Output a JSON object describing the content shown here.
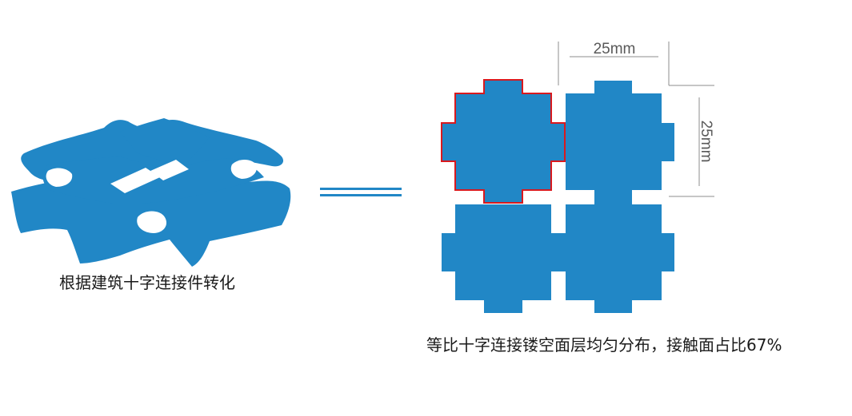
{
  "left_caption": "根据建筑十字连接件转化",
  "right_caption": "等比十字连接镂空面层均匀分布，接触面占比67%",
  "dimension_width_label": "25mm",
  "dimension_height_label": "25mm",
  "colors": {
    "tile_fill": "#2187c6",
    "highlight_outline": "#d9191e",
    "equals_sign": "#2187c6",
    "dimension_line": "#8c8c8c",
    "dimension_text": "#595959",
    "caption_text": "#1a1a1a"
  }
}
